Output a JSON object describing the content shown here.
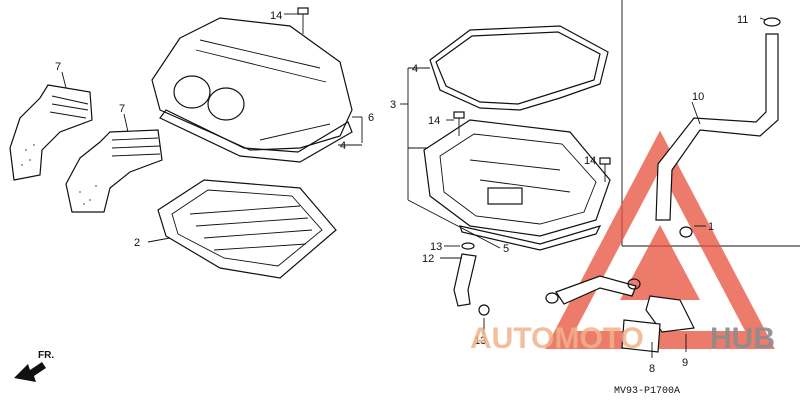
{
  "callouts": {
    "c1": "1",
    "c2": "2",
    "c3": "3",
    "c4a": "4",
    "c4b": "4",
    "c5": "5",
    "c6": "6",
    "c7a": "7",
    "c7b": "7",
    "c8": "8",
    "c9": "9",
    "c10": "10",
    "c11": "11",
    "c12": "12",
    "c13a": "13",
    "c13b": "13",
    "c14a": "14",
    "c14b": "14",
    "c14c": "14"
  },
  "direction_label": "FR.",
  "diagram_code": "MV93-P1700A",
  "watermark": {
    "text_auto": "AUTOMOTO",
    "text_hub": "HUB",
    "color_auto": "#f0b38a",
    "color_hub": "#8c8c8c",
    "triangle_color": "#e8503c"
  }
}
